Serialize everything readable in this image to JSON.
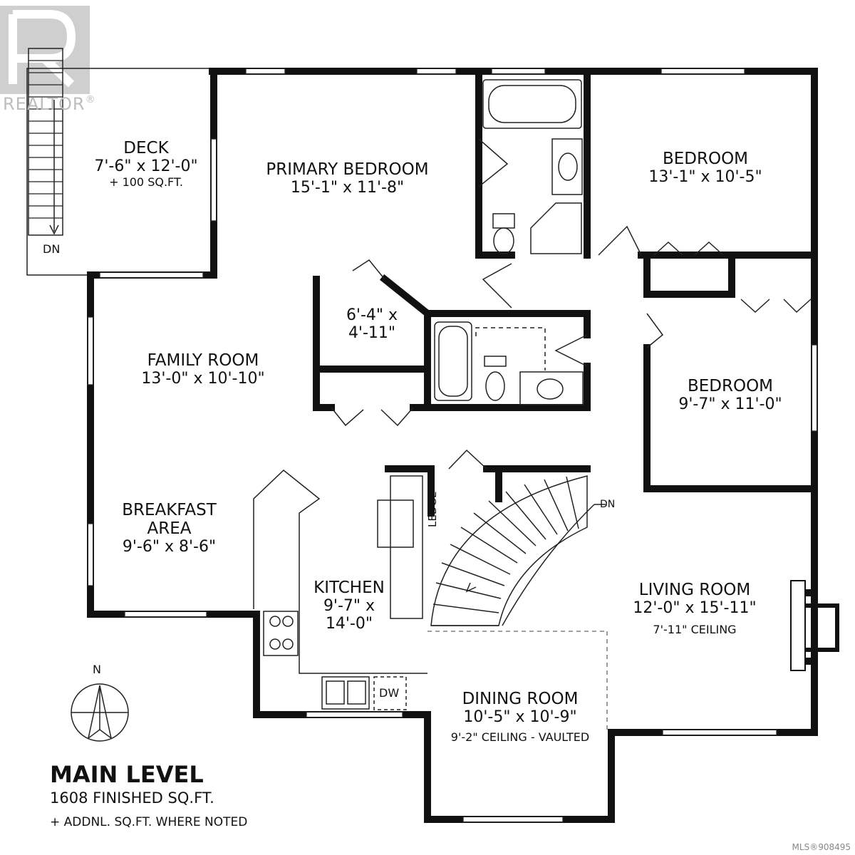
{
  "branding": {
    "watermark": "REALTOR",
    "watermark_mark": "®"
  },
  "rooms": {
    "deck": {
      "name": "DECK",
      "dims": "7'-6\" x 12'-0\"",
      "note": "+ 100 SQ.FT."
    },
    "primary_bedroom": {
      "name": "PRIMARY BEDROOM",
      "dims": "15'-1\" x 11'-8\""
    },
    "bedroom_ne": {
      "name": "BEDROOM",
      "dims": "13'-1\" x 10'-5\""
    },
    "closet": {
      "dims_line1": "6'-4\" x",
      "dims_line2": "4'-11\""
    },
    "family_room": {
      "name": "FAMILY ROOM",
      "dims": "13'-0\" x 10'-10\""
    },
    "bedroom_e": {
      "name": "BEDROOM",
      "dims": "9'-7\" x 11'-0\""
    },
    "breakfast": {
      "name_line1": "BREAKFAST",
      "name_line2": "AREA",
      "dims": "9'-6\" x 8'-6\""
    },
    "kitchen": {
      "name": "KITCHEN",
      "dims_line1": "9'-7\" x",
      "dims_line2": "14'-0\""
    },
    "living_room": {
      "name": "LIVING ROOM",
      "dims": "12'-0\" x 15'-11\"",
      "note": "7'-11\" CEILING"
    },
    "dining_room": {
      "name": "DINING ROOM",
      "dims": "10'-5\" x 10'-9\"",
      "note": "9'-2\" CEILING - VAULTED"
    }
  },
  "labels": {
    "stairs_down_deck": "DN",
    "stairs_down_main": "DN",
    "ledge": "LEDGE",
    "dishwasher": "DW",
    "compass_north": "N"
  },
  "legend": {
    "level": "MAIN LEVEL",
    "finished": "1608 FINISHED SQ.FT.",
    "additional": "+ ADDNL. SQ.FT. WHERE NOTED"
  },
  "listing": {
    "mls": "MLS®908495"
  }
}
